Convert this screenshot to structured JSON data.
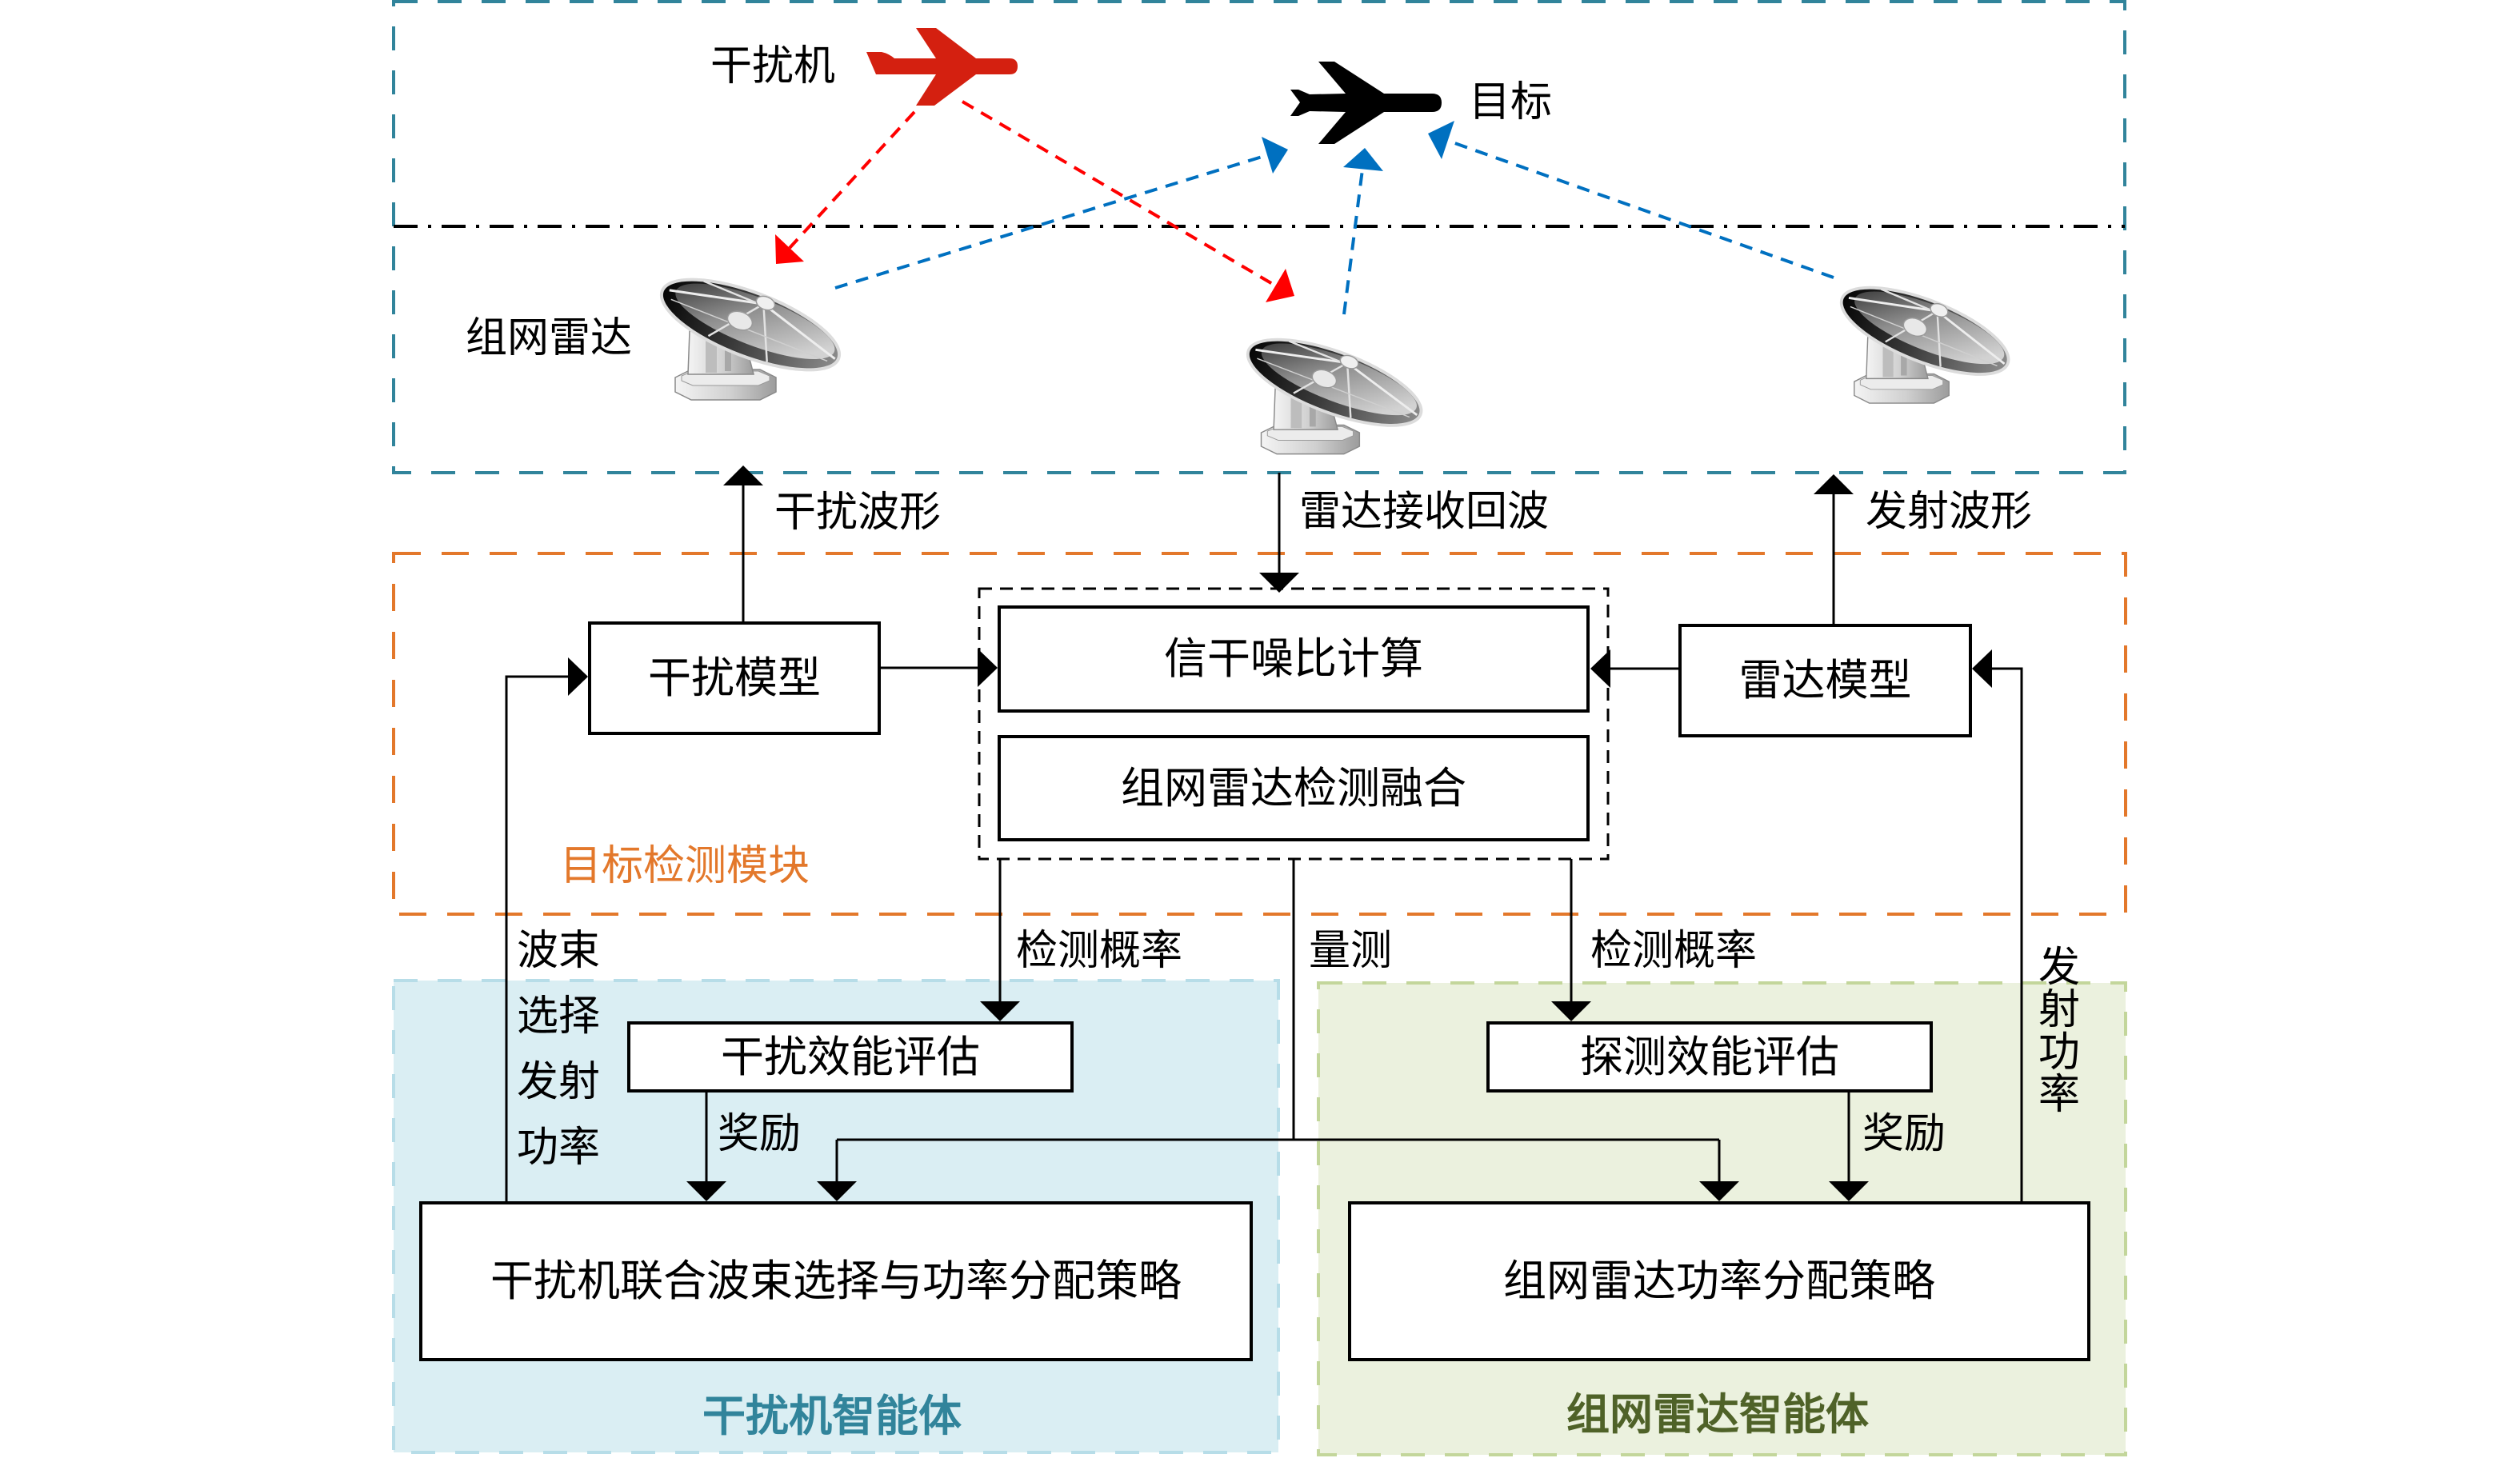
{
  "scene": {
    "jammer_label": "干扰机",
    "target_label": "目标",
    "radar_label": "组网雷达"
  },
  "links": {
    "jamming_waveform": "干扰波形",
    "radar_echo": "雷达接收回波",
    "transmit_waveform": "发射波形"
  },
  "detection_module": {
    "title": "目标检测模块",
    "jamming_model": "干扰模型",
    "sinr_calc": "信干噪比计算",
    "detection_fusion": "组网雷达检测融合",
    "radar_model": "雷达模型"
  },
  "signals": {
    "detect_prob_left": "检测概率",
    "measurement": "量测",
    "detect_prob_right": "检测概率",
    "beam_power_lines": [
      "波束",
      "选择",
      "发射",
      "功率"
    ],
    "tx_power_chars": [
      "发",
      "射",
      "功",
      "率"
    ],
    "reward_left": "奖励",
    "reward_right": "奖励"
  },
  "jammer_agent": {
    "title": "干扰机智能体",
    "evaluation": "干扰效能评估",
    "policy": "干扰机联合波束选择与功率分配策略"
  },
  "radar_agent": {
    "title": "组网雷达智能体",
    "evaluation": "探测效能评估",
    "policy": "组网雷达功率分配策略"
  },
  "icons": {
    "jammer_aircraft": "airplane-icon",
    "target_aircraft": "airplane-icon",
    "radar": "radar-dish-icon"
  },
  "colors": {
    "scene_border": "#31849b",
    "module_border": "#e3782b",
    "module_title": "#e3782b",
    "jammer_agent_fill": "#daeef3",
    "jammer_agent_border": "#b7dde8",
    "jammer_agent_title": "#31849b",
    "radar_agent_fill": "#ebf1de",
    "radar_agent_border": "#c3d69b",
    "radar_agent_title": "#4f6228",
    "jamming_signal": "#ff0000",
    "radar_signal": "#0070c0",
    "jammer_aircraft": "#d42010",
    "target_aircraft": "#000000"
  }
}
